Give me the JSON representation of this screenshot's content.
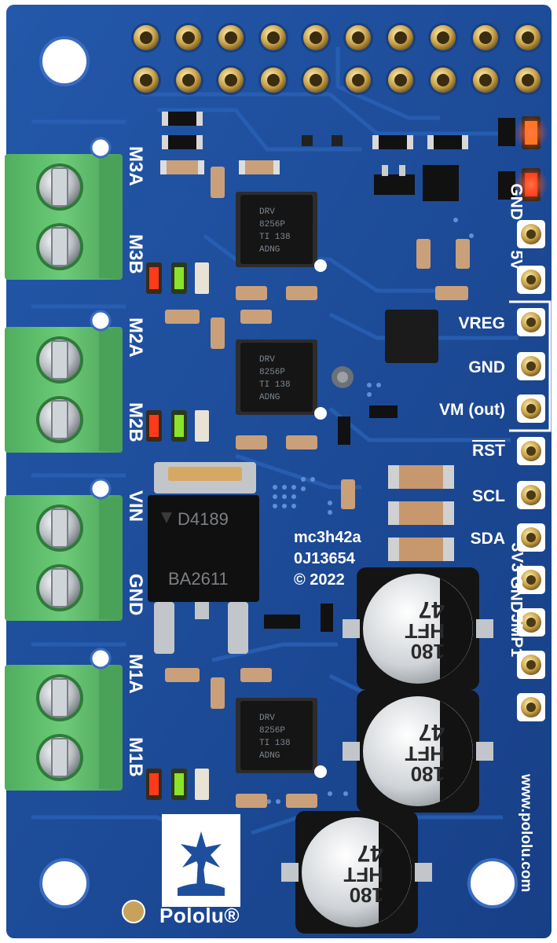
{
  "board": {
    "colors": {
      "pcb": "#1d4f9e",
      "pcb_dark": "#163d7c",
      "terminal": "#5cbf6a",
      "gold": "#c9a24a",
      "led_red": "#ff3a1a",
      "led_green": "#8be32a",
      "led_orange": "#ff8a1a"
    },
    "terminals": [
      {
        "top_label": "M3A",
        "bottom_label": "M3B"
      },
      {
        "top_label": "M2A",
        "bottom_label": "M2B"
      },
      {
        "top_label": "VIN",
        "bottom_label": "GND"
      },
      {
        "top_label": "M1A",
        "bottom_label": "M1B"
      }
    ],
    "right_pins": [
      "GND",
      "5V",
      "VREG",
      "GND",
      "VM (out)",
      "RST",
      "SCL",
      "SDA",
      "3V3",
      "GND",
      "JMP1"
    ],
    "driver_chip": {
      "line1": "DRV",
      "line2": "8256P",
      "line3": "TI 138",
      "line4": "ADNG"
    },
    "mosfet": {
      "line1": "D4189",
      "line2": "BA2611"
    },
    "capacitor": {
      "line1": "180",
      "line2": "HFT",
      "line3": "47"
    },
    "info_text": {
      "line1": "mc3h42a",
      "line2": "0J13654",
      "line3": "© 2022"
    },
    "brand": "Pololu®",
    "website": "www.pololu.com"
  }
}
